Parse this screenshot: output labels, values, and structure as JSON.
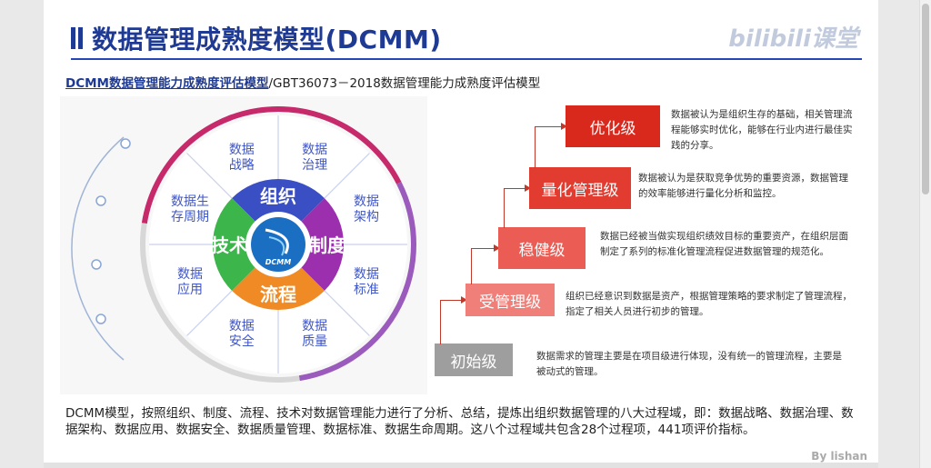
{
  "slide": {
    "title": "数据管理成熟度模型(DCMM)",
    "watermark": "bilibili课堂",
    "subtitle_link": "DCMM数据管理能力成熟度评估模型",
    "subtitle_rest": "/GBT36073－2018数据管理能力成熟度评估模型",
    "footer": "DCMM模型，按照组织、制度、流程、技术对数据管理能力进行了分析、总结，提炼出组织数据管理的八大过程域，即：数据战略、数据治理、数据架构、数据应用、数据安全、数据质量管理、数据标准、数据生命周期。这八个过程域共包含28个过程项，441项评价指标。",
    "byline": "By lishan"
  },
  "wheel": {
    "center_logo": "DCMM",
    "inner": [
      "组织",
      "制度",
      "流程",
      "技术"
    ],
    "inner_colors": [
      "#3a4fc4",
      "#9b2fae",
      "#f08a24",
      "#3cb54a"
    ],
    "outer": [
      "数据战略",
      "数据治理",
      "数据架构",
      "数据标准",
      "数据质量",
      "数据安全",
      "数据应用",
      "数据生存周期"
    ],
    "outer_color": "#3f56c8"
  },
  "levels": [
    {
      "name": "初始级",
      "color": "#9e9e9e",
      "desc": "数据需求的管理主要是在项目级进行体现，没有统一的管理流程，主要是被动式的管理。"
    },
    {
      "name": "受管理级",
      "color": "#f07f7a",
      "desc": "组织已经意识到数据是资产，根据管理策略的要求制定了管理流程，指定了相关人员进行初步的管理。"
    },
    {
      "name": "稳健级",
      "color": "#ea5c54",
      "desc": "数据已经被当做实现组织绩效目标的重要资产，在组织层面制定了系列的标准化管理流程促进数据管理的规范化。"
    },
    {
      "name": "量化管理级",
      "color": "#e23b2f",
      "desc": "数据被认为是获取竞争优势的重要资源，数据管理的效率能够进行量化分析和监控。"
    },
    {
      "name": "优化级",
      "color": "#d8291c",
      "desc": "数据被认为是组织生存的基础，相关管理流程能够实时优化，能够在行业内进行最佳实践的分享。"
    }
  ]
}
